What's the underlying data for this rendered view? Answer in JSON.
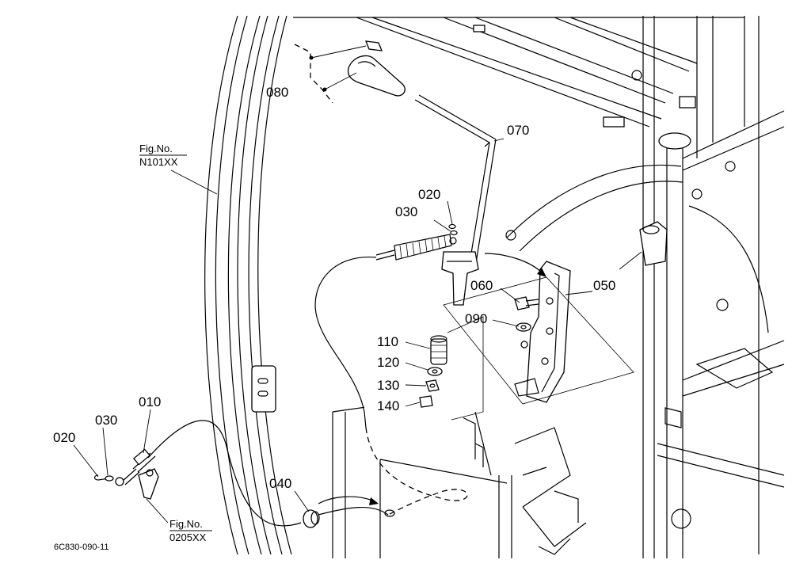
{
  "parts": [
    {
      "id": "p010",
      "label": "010"
    },
    {
      "id": "p020a",
      "label": "020"
    },
    {
      "id": "p020b",
      "label": "020"
    },
    {
      "id": "p030a",
      "label": "030"
    },
    {
      "id": "p030b",
      "label": "030"
    },
    {
      "id": "p040",
      "label": "040"
    },
    {
      "id": "p050",
      "label": "050"
    },
    {
      "id": "p060",
      "label": "060"
    },
    {
      "id": "p070",
      "label": "070"
    },
    {
      "id": "p080",
      "label": "080"
    },
    {
      "id": "p090",
      "label": "090"
    },
    {
      "id": "p110",
      "label": "110"
    },
    {
      "id": "p120",
      "label": "120"
    },
    {
      "id": "p130",
      "label": "130"
    },
    {
      "id": "p140",
      "label": "140"
    }
  ],
  "references": {
    "top": {
      "line1": "Fig.No.",
      "line2": "N101XX"
    },
    "bottom": {
      "line1": "Fig.No.",
      "line2": "0205XX"
    }
  },
  "drawing_code": "6C830-090-11"
}
